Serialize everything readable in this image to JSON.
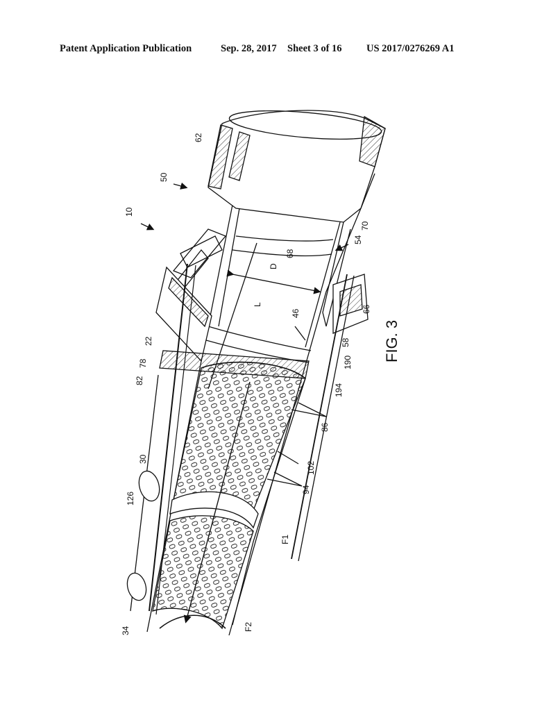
{
  "header": {
    "publication": "Patent Application Publication",
    "date": "Sep. 28, 2017",
    "sheet": "Sheet 3 of 16",
    "number": "US 2017/0276269 A1"
  },
  "figure": {
    "label": "FIG. 3",
    "reference_labels": {
      "r10": "10",
      "r50": "50",
      "r62": "62",
      "r70": "70",
      "r54": "54",
      "r68": "68",
      "rD": "D",
      "rL": "L",
      "r46": "46",
      "r66": "66",
      "r58": "58",
      "r190": "190",
      "r194": "194",
      "r22": "22",
      "r78": "78",
      "r82": "82",
      "r86": "86",
      "r102": "102",
      "r94": "94",
      "r30": "30",
      "r126": "126",
      "rF1": "F1",
      "r34": "34",
      "rF2": "F2"
    }
  }
}
